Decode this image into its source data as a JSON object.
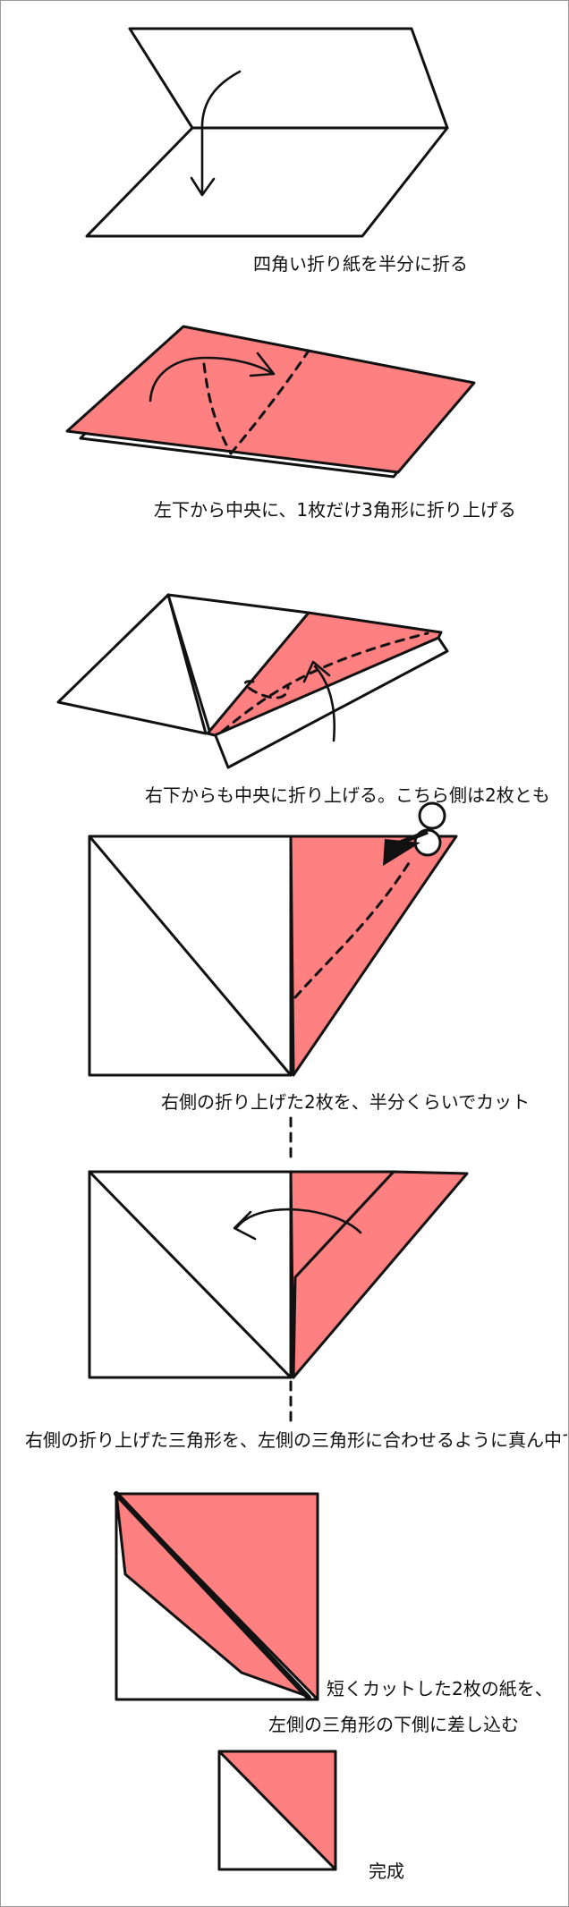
{
  "steps": [
    {
      "caption": "四角い折り紙を半分に折る"
    },
    {
      "caption": "左下から中央に、1枚だけ3角形に折り上げる"
    },
    {
      "caption": "右下からも中央に折り上げる。こちら側は2枚とも"
    },
    {
      "caption": "右側の折り上げた2枚を、半分くらいでカット"
    },
    {
      "caption": "右側の折り上げた三角形を、左側の三角形に合わせるように真ん中で折る"
    },
    {
      "caption_line1": "短くカットした2枚の紙を、",
      "caption_line2": "左側の三角形の下側に差し込む"
    },
    {
      "caption": "完成"
    }
  ],
  "colors": {
    "paper": "#ffffff",
    "folded_paper": "#ff8080",
    "outline": "#111111",
    "frame": "#9a9a9a"
  },
  "icons": [
    "fold-arrow-icon",
    "scissors-icon"
  ]
}
